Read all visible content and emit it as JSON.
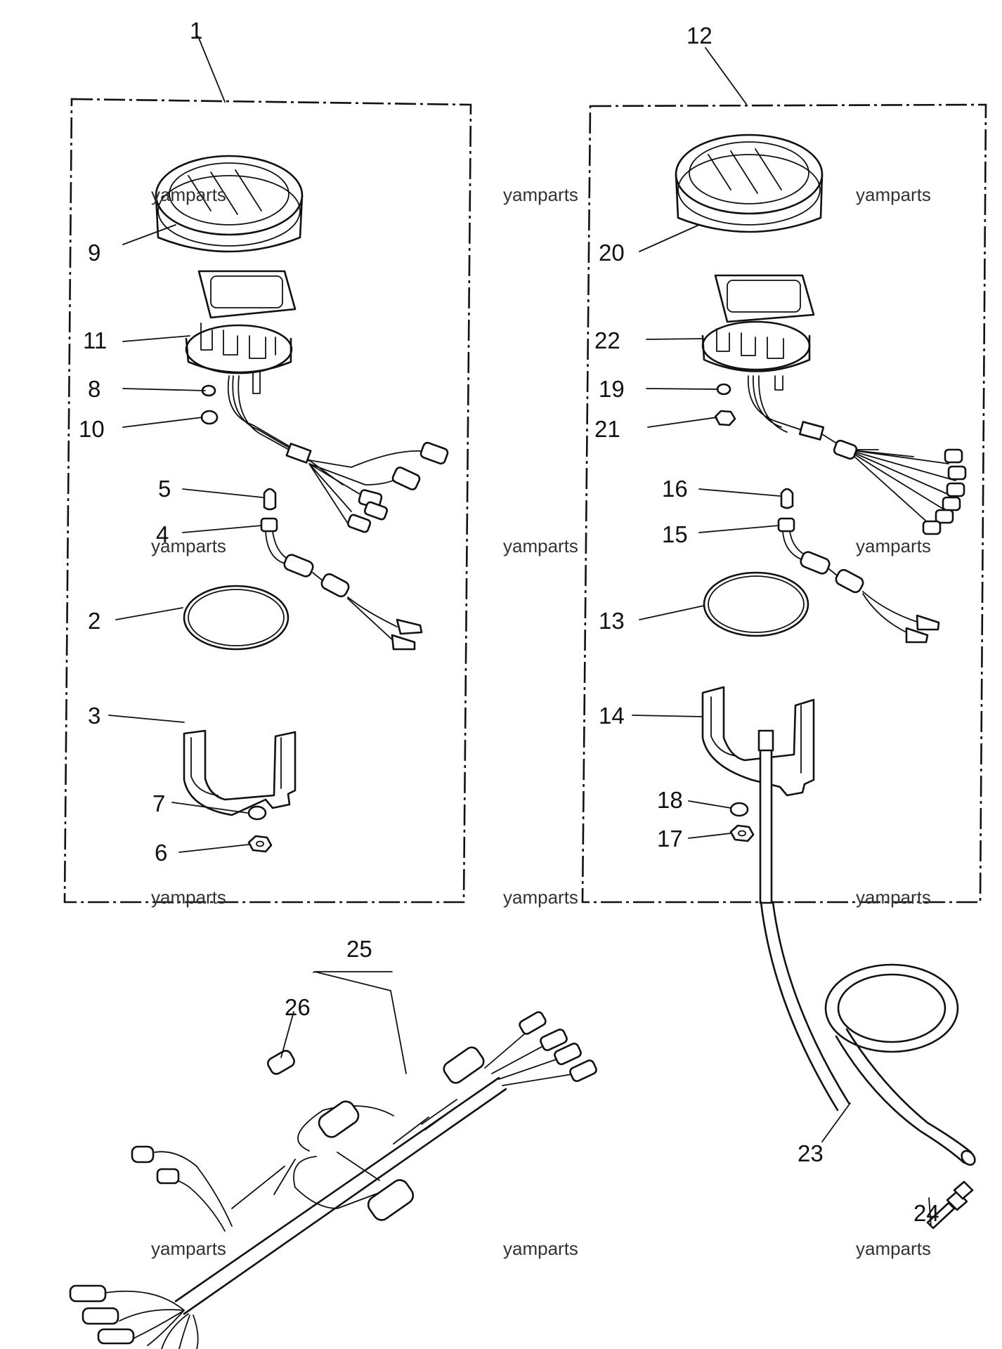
{
  "callouts": {
    "c1": "1",
    "c2": "2",
    "c3": "3",
    "c4": "4",
    "c5": "5",
    "c6": "6",
    "c7": "7",
    "c8": "8",
    "c9": "9",
    "c10": "10",
    "c11": "11",
    "c12": "12",
    "c13": "13",
    "c14": "14",
    "c15": "15",
    "c16": "16",
    "c17": "17",
    "c18": "18",
    "c19": "19",
    "c20": "20",
    "c21": "21",
    "c22": "22",
    "c23": "23",
    "c24": "24",
    "c25": "25",
    "c26": "26"
  },
  "watermark": "yamparts"
}
